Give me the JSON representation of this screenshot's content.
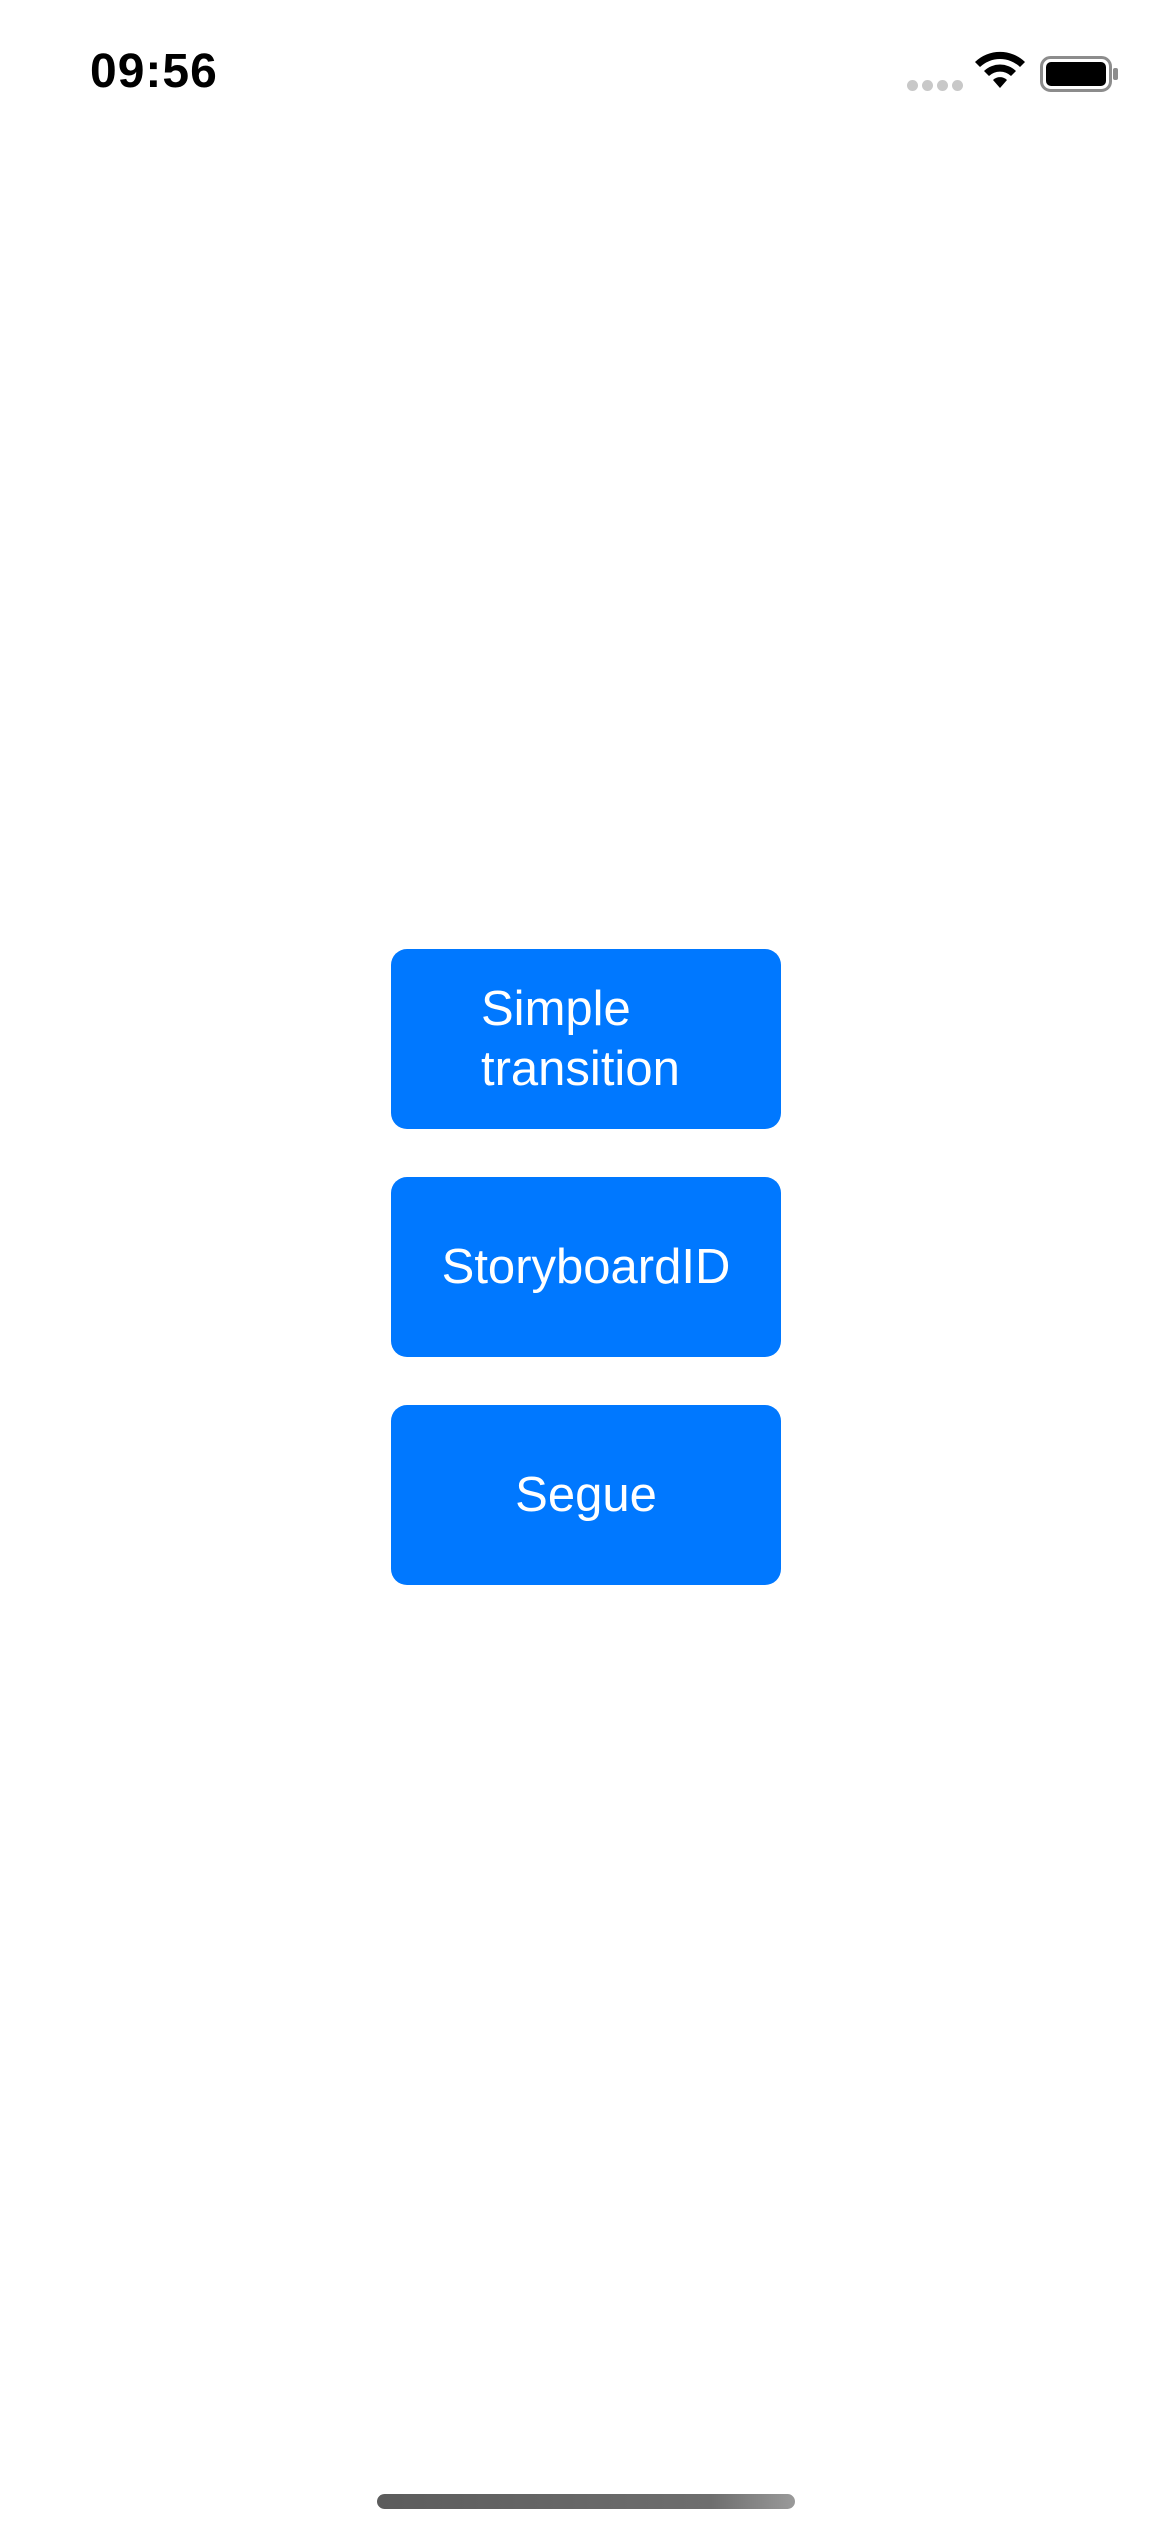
{
  "status_bar": {
    "time": "09:56",
    "signal_icon": "signal-dots-icon",
    "wifi_icon": "wifi-icon",
    "battery_icon": "battery-full-icon"
  },
  "main": {
    "buttons": [
      {
        "label": "Simple transition"
      },
      {
        "label": "StoryboardID"
      },
      {
        "label": "Segue"
      }
    ]
  },
  "colors": {
    "button_background": "#0078ff",
    "button_text": "#ffffff",
    "background": "#ffffff"
  }
}
